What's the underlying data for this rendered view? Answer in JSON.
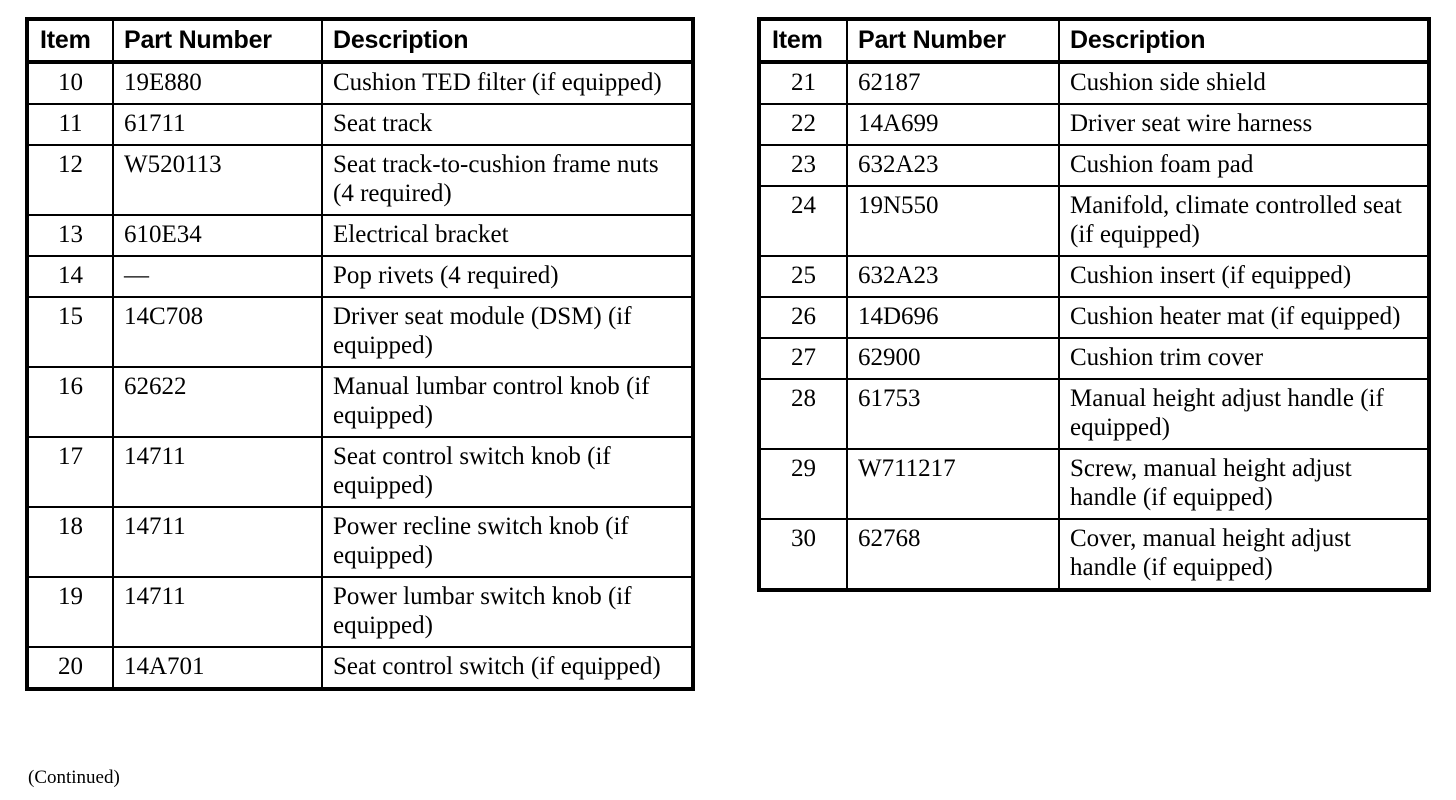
{
  "document": {
    "footnote": "(Continued)"
  },
  "tables": [
    {
      "id": "left",
      "columns": [
        "Item",
        "Part Number",
        "Description"
      ],
      "rows": [
        {
          "item": "10",
          "part": "19E880",
          "description": "Cushion TED filter (if equipped)"
        },
        {
          "item": "11",
          "part": "61711",
          "description": "Seat track"
        },
        {
          "item": "12",
          "part": "W520113",
          "description": "Seat track-to-cushion frame nuts (4 required)"
        },
        {
          "item": "13",
          "part": "610E34",
          "description": "Electrical bracket"
        },
        {
          "item": "14",
          "part": "—",
          "description": "Pop rivets (4 required)"
        },
        {
          "item": "15",
          "part": "14C708",
          "description": "Driver seat module (DSM) (if equipped)"
        },
        {
          "item": "16",
          "part": "62622",
          "description": "Manual lumbar control knob (if equipped)"
        },
        {
          "item": "17",
          "part": "14711",
          "description": "Seat control switch knob (if equipped)"
        },
        {
          "item": "18",
          "part": "14711",
          "description": "Power recline switch knob (if equipped)"
        },
        {
          "item": "19",
          "part": "14711",
          "description": "Power lumbar switch knob (if equipped)"
        },
        {
          "item": "20",
          "part": "14A701",
          "description": "Seat control switch (if equipped)"
        }
      ]
    },
    {
      "id": "right",
      "columns": [
        "Item",
        "Part Number",
        "Description"
      ],
      "rows": [
        {
          "item": "21",
          "part": "62187",
          "description": "Cushion side shield"
        },
        {
          "item": "22",
          "part": "14A699",
          "description": "Driver seat wire harness"
        },
        {
          "item": "23",
          "part": "632A23",
          "description": "Cushion foam pad"
        },
        {
          "item": "24",
          "part": "19N550",
          "description": "Manifold, climate controlled seat (if equipped)"
        },
        {
          "item": "25",
          "part": "632A23",
          "description": "Cushion insert (if equipped)"
        },
        {
          "item": "26",
          "part": "14D696",
          "description": "Cushion heater mat (if equipped)"
        },
        {
          "item": "27",
          "part": "62900",
          "description": "Cushion trim cover"
        },
        {
          "item": "28",
          "part": "61753",
          "description": "Manual height adjust handle (if equipped)"
        },
        {
          "item": "29",
          "part": "W711217",
          "description": "Screw, manual height adjust handle (if equipped)"
        },
        {
          "item": "30",
          "part": "62768",
          "description": "Cover, manual height adjust handle (if equipped)"
        }
      ]
    }
  ]
}
